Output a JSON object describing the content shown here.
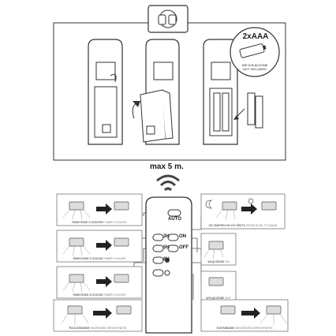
{
  "battery_box": {
    "count": "2xAAA",
    "note_pl": "NIE DOŁĄCZONE",
    "note_en": "NOT INCLUDED"
  },
  "range_label": "max 5 m.",
  "remote": {
    "auto": "AUTO",
    "b3h": "3H",
    "b5h": "5H",
    "b8h": "8H",
    "on": "ON",
    "off": "OFF"
  },
  "captions": {
    "c3h": {
      "pl": "ŚWIECENIE 3 GODZINY",
      "en": "TIMER 3 HOURS"
    },
    "c5h": {
      "pl": "ŚWIECENIE 5 GODZIN",
      "en": "TIMER 5 HOURS"
    },
    "c8h": {
      "pl": "ŚWIECENIE 8 GODZIN",
      "en": "TIMER 8 HOURS"
    },
    "dim": {
      "pl": "ROZJAŚNIANIE",
      "en": "INCREASED BRIGHTNESS"
    },
    "auto": {
      "pl": "OD ZMIERZCHU DO ŚWITU",
      "en": "FROM DUSK TO DAWN"
    },
    "on": {
      "pl": "WŁĄCZENIE",
      "en": "ON"
    },
    "off": {
      "pl": "WYŁĄCZENIE",
      "en": "OFF"
    },
    "bright": {
      "pl": "ŚCIEMNIANIE",
      "en": "DECREASED BRIGHTNESS"
    }
  }
}
